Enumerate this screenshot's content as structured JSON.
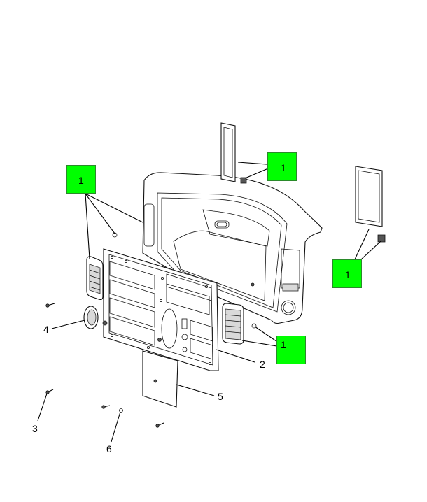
{
  "callouts": [
    {
      "label": "1"
    },
    {
      "label": "1"
    },
    {
      "label": "1"
    },
    {
      "label": "1"
    }
  ],
  "part_numbers": [
    "2",
    "3",
    "4",
    "5",
    "6"
  ],
  "colors": {
    "callout_fill": "#00ff00",
    "line": "#111111",
    "background": "#ffffff"
  }
}
